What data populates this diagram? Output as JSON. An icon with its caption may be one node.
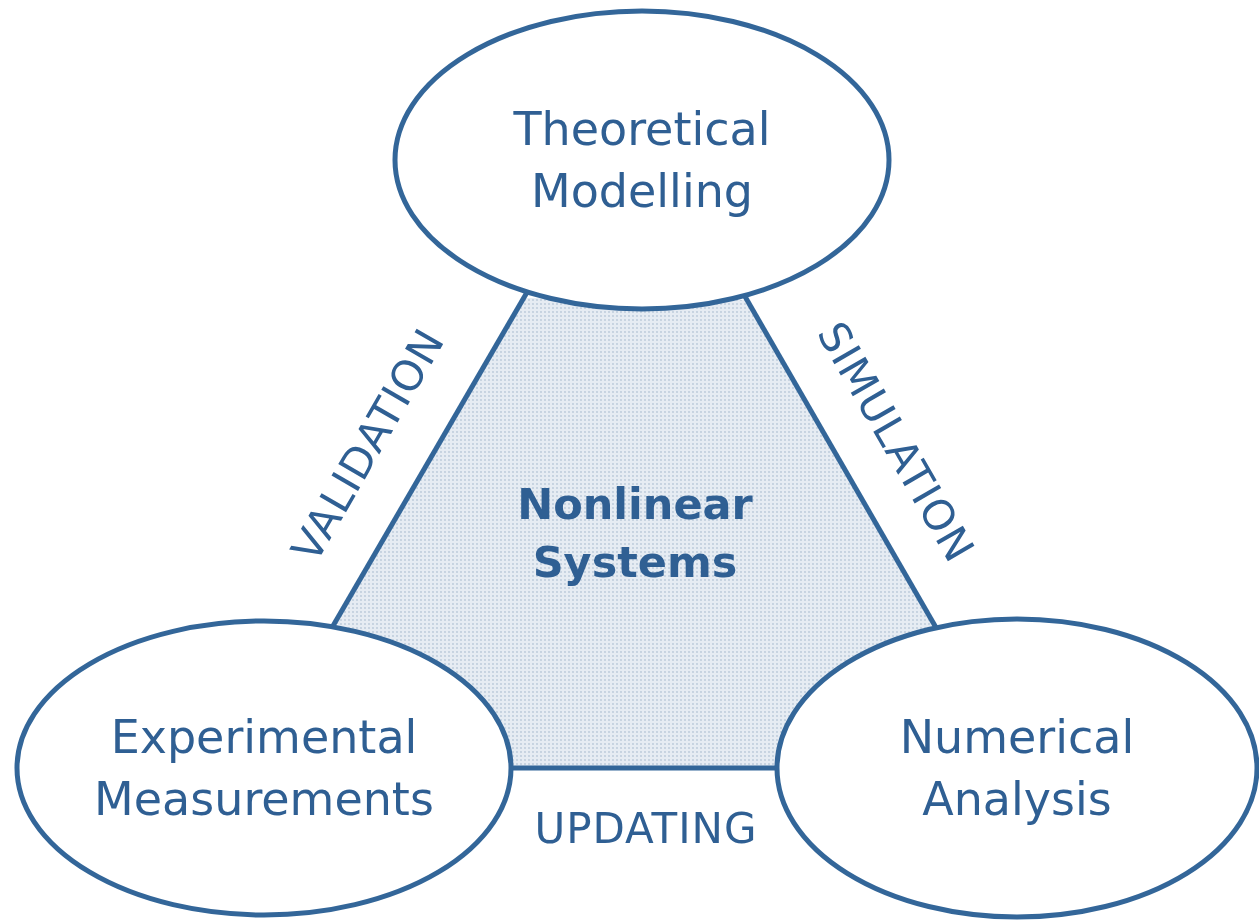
{
  "diagram": {
    "nodes": [
      {
        "text": [
          "Theoretical Modelling"
        ]
      },
      {
        "text": [
          "Nonlinear Systems"
        ]
      },
      {
        "text": [
          "Experimental Measurements"
        ]
      },
      {
        "text": [
          "Numerical Analysis"
        ]
      }
    ],
    "edges": [
      {
        "from": 0,
        "to": 2,
        "arrow": "none",
        "label": "VALIDATION"
      },
      {
        "from": 0,
        "to": 3,
        "arrow": "none",
        "label": "SIMULATION"
      },
      {
        "from": 2,
        "to": 3,
        "arrow": "none",
        "label": "UPDATING"
      }
    ]
  }
}
